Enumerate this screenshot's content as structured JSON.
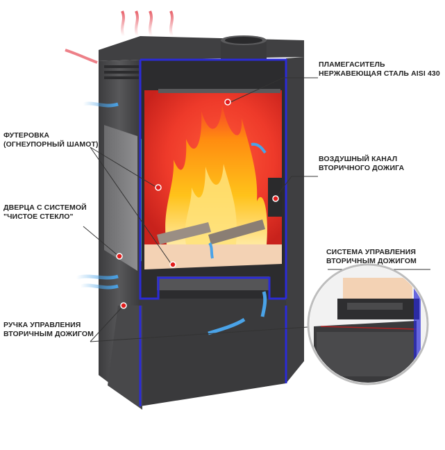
{
  "callouts": {
    "flame_damper": {
      "line1": "ПЛАМЕГАСИТЕЛЬ",
      "line2": "НЕРЖАВЕЮЩАЯ СТАЛЬ AISI 430"
    },
    "lining": {
      "line1": "ФУТЕРОВКА",
      "line2": "(ОГНЕУПОРНЫЙ ШАМОТ)"
    },
    "secondary_air_duct": {
      "line1": "ВОЗДУШНЫЙ КАНАЛ",
      "line2": "ВТОРИЧНОГО ДОЖИГА"
    },
    "door": {
      "line1": "ДВЕРЦА С СИСТЕМОЙ",
      "line2": "\"ЧИСТОЕ СТЕКЛО\""
    },
    "control_system": {
      "line1": "СИСТЕМА УПРАВЛЕНИЯ",
      "line2": "ВТОРИЧНЫМ ДОЖИГОМ"
    },
    "control_handle": {
      "line1": "РУЧКА УПРАВЛЕНИЯ",
      "line2": "ВТОРИЧНЫМ ДОЖИГОМ"
    }
  },
  "colors": {
    "stove_body": "#4a4a4c",
    "cutaway_edge": "#2b2bd6",
    "firebox": "#e8442a",
    "flame": "#ffb400",
    "chamotte": "#f3d2b4",
    "cold_air": "#4aa3e8",
    "hot_air": "#e8606a",
    "marker": "#e11b1b"
  },
  "icons": [
    "cold-air-arrow-icon",
    "hot-air-arrow-icon",
    "flame-icon",
    "marker-dot-icon",
    "magnifier-detail-icon"
  ]
}
